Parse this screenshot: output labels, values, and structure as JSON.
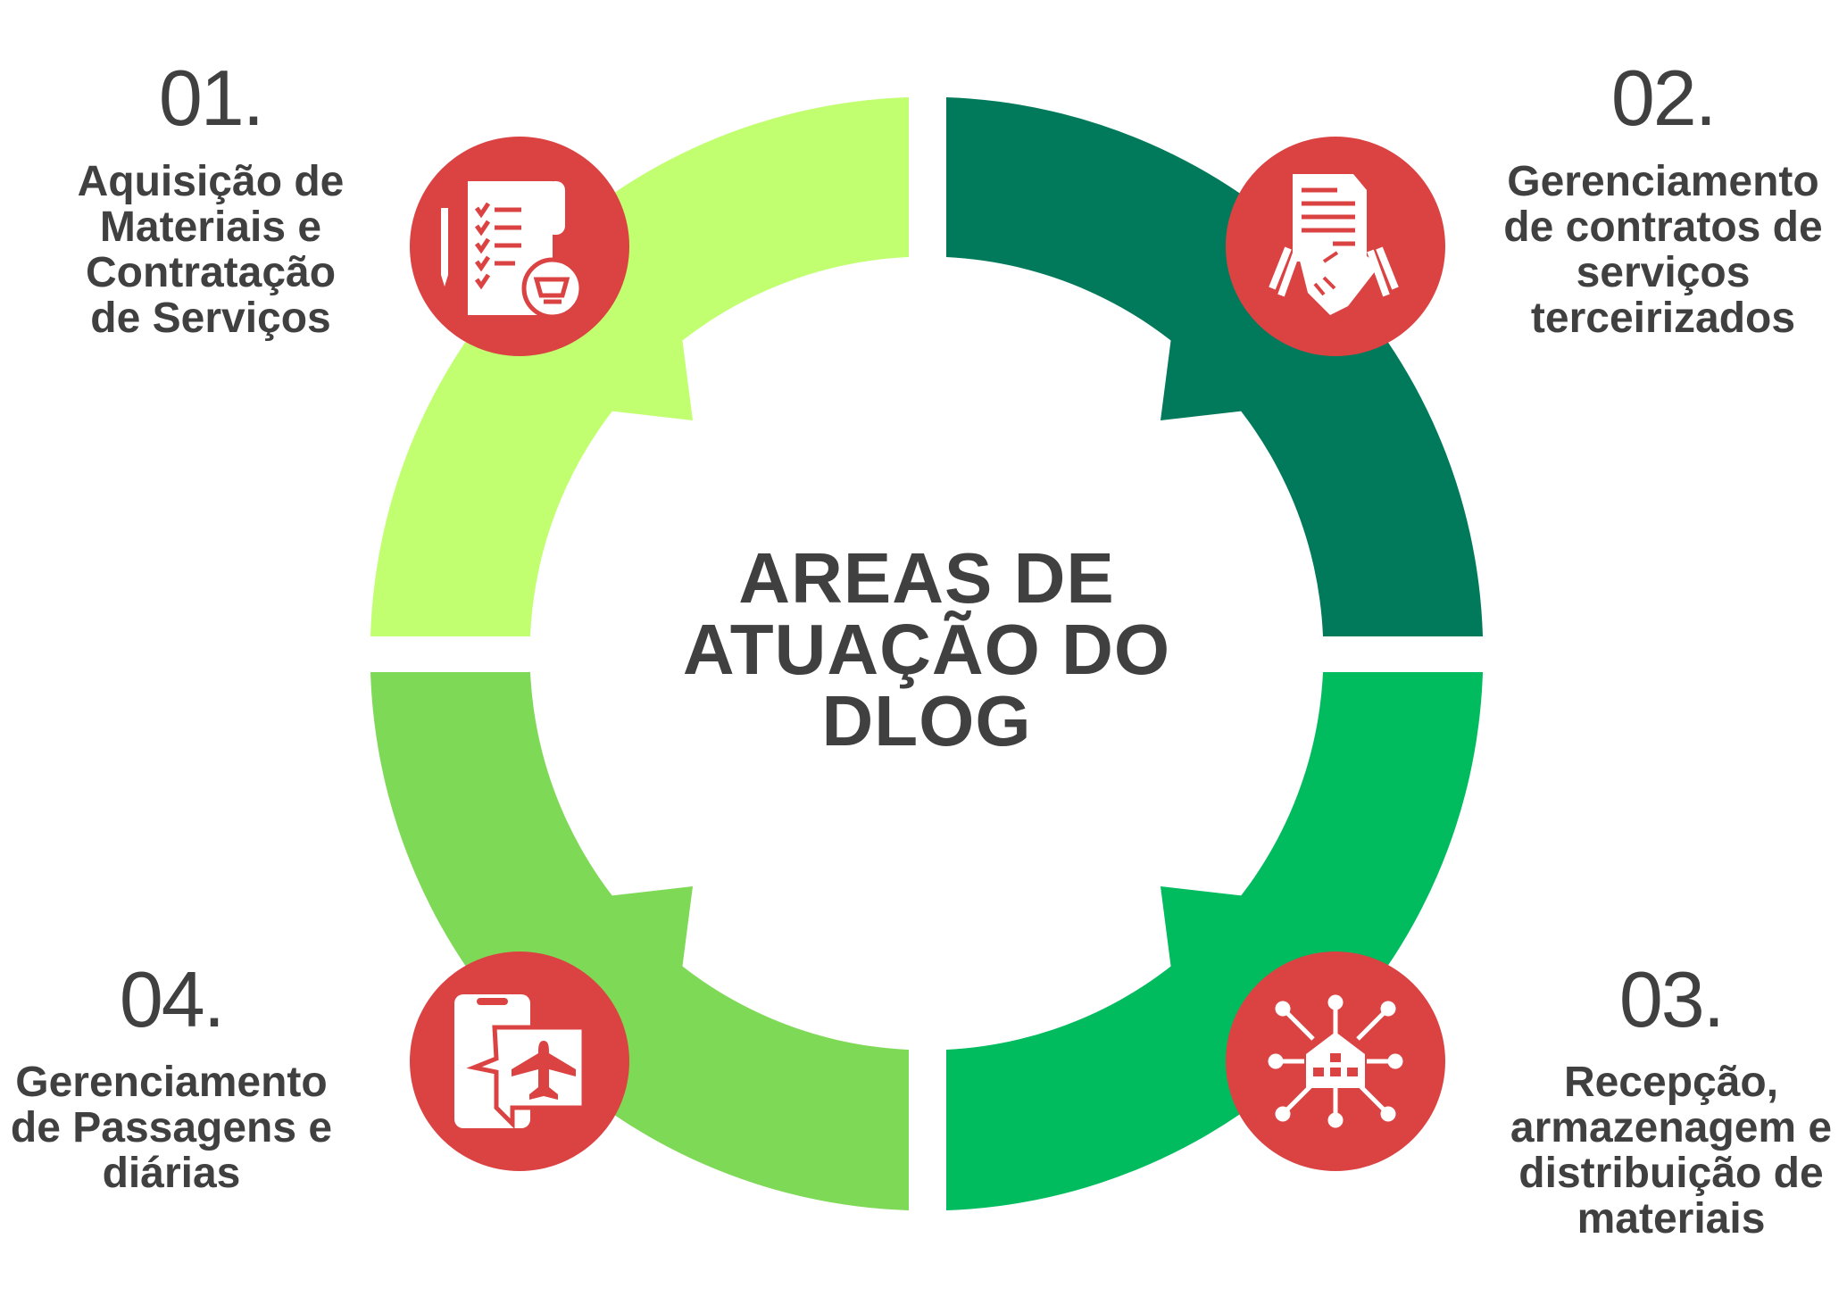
{
  "title": {
    "line1": "AREAS DE",
    "line2": "ATUAÇÃO DO",
    "line3": "DLOG"
  },
  "colors": {
    "q1": "#c1ff70",
    "q2": "#017a5b",
    "q3": "#00bc5f",
    "q4": "#7ed957",
    "icon_bg": "#db4343",
    "text": "#404040"
  },
  "items": [
    {
      "number": "01.",
      "lines": [
        "Aquisição de",
        "Materiais e",
        "Contratação",
        "de Serviços"
      ],
      "icon": "checklist-cart-icon"
    },
    {
      "number": "02.",
      "lines": [
        "Gerenciamento",
        "de contratos de",
        "serviços",
        "terceirizados"
      ],
      "icon": "contract-handshake-icon"
    },
    {
      "number": "03.",
      "lines": [
        "Recepção,",
        "armazenagem e",
        "distribuição de",
        "materiais"
      ],
      "icon": "warehouse-network-icon"
    },
    {
      "number": "04.",
      "lines": [
        "Gerenciamento",
        "de Passagens e",
        "diárias"
      ],
      "icon": "phone-airplane-icon"
    }
  ]
}
